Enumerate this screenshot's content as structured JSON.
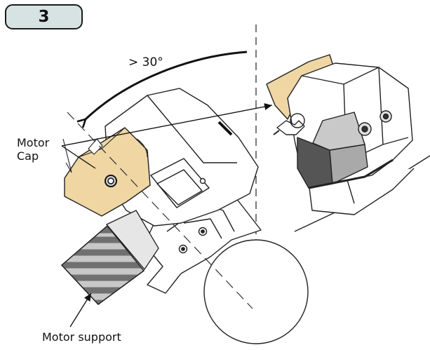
{
  "step": {
    "number": "3"
  },
  "labels": {
    "rotation_angle": "> 30°",
    "motor_cap_line1": "Motor",
    "motor_cap_line2": "Cap",
    "motor_support": "Motor support"
  },
  "colors": {
    "badge_fill": "#d7e3e3",
    "cap_fill": "#efd6a3",
    "support_dark": "#7a7a7a",
    "support_light": "#c4c4c4",
    "housing_dark": "#555555",
    "housing_mid": "#b8b8b8"
  }
}
